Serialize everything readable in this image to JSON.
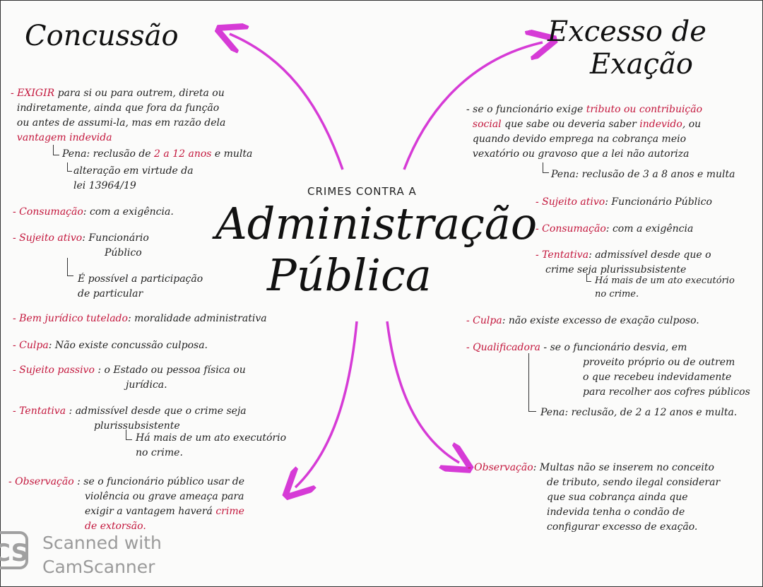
{
  "colors": {
    "arrow": "#d63bd6",
    "highlight": "#c3163c",
    "ink": "#222222"
  },
  "center": {
    "small": "CRIMES CONTRA A",
    "line1": "Administração",
    "line2": "Pública"
  },
  "left": {
    "title": "Concussão",
    "exigir_label": "- EXIGIR",
    "exigir_lines": [
      "para si ou para outrem, direta ou",
      "indiretamente, ainda que fora da função",
      "ou antes de assumi-la, mas em razão dela"
    ],
    "exigir_end": "vantagem indevida",
    "pena_label": "Pena:",
    "pena_pre": "reclusão de",
    "pena_red": "2 a 12 anos",
    "pena_post": "e multa",
    "alteracao": [
      "alteração em virtude da",
      "lei 13964/19"
    ],
    "consumacao_label": "- Consumação",
    "consumacao_text": ": com a exigência.",
    "sujeito_ativo_label": "- Sujeito ativo",
    "sujeito_ativo_text": [
      "Funcionário",
      "Público"
    ],
    "participacao": [
      "É possível a participação",
      "de particular"
    ],
    "bem_label": "- Bem jurídico tutelado",
    "bem_text": ": moralidade administrativa",
    "culpa_label": "- Culpa",
    "culpa_text": ": Não existe concussão culposa.",
    "sujeito_passivo_label": "- Sujeito passivo",
    "sujeito_passivo_text": [
      ": o Estado ou pessoa física ou",
      "jurídica."
    ],
    "tentativa_label": "- Tentativa",
    "tentativa_text": [
      ": admissível desde que o crime seja",
      "plurissubsistente"
    ],
    "tentativa_sub": [
      "Há mais de um ato executório",
      "no crime."
    ],
    "observacao_label": "- Observação",
    "observacao_text": [
      ": se o funcionário público usar de",
      "violência ou grave ameaça para",
      "exigir a vantagem haverá"
    ],
    "observacao_red": [
      "crime",
      "de extorsão."
    ]
  },
  "right": {
    "title": [
      "Excesso de",
      "Exação"
    ],
    "main_pre": "- se o funcionário exige",
    "main_red1": "tributo ou contribuição",
    "main_red2": "social",
    "main_mid": "que sabe ou deveria saber",
    "main_red3": "indevido",
    "main_lines": [
      ", ou",
      "quando devido emprega na cobrança meio",
      "vexatório ou gravoso que a lei não autoriza"
    ],
    "pena": "Pena: reclusão de 3 a 8 anos e multa",
    "sujeito_ativo_label": "- Sujeito ativo",
    "sujeito_ativo_text": ": Funcionário Público",
    "consumacao_label": "- Consumação",
    "consumacao_text": ": com a exigência",
    "tentativa_label": "- Tentativa",
    "tentativa_text": [
      ": admissível desde que o",
      "crime seja plurissubsistente"
    ],
    "tentativa_sub": [
      "Há mais de um ato executório",
      "no crime."
    ],
    "culpa_label": "- Culpa",
    "culpa_text": ": não existe excesso de exação culposo.",
    "qualificadora_label": "- Qualificadora",
    "qualificadora_text": [
      "- se o funcionário desvia, em",
      "proveito próprio ou de outrem",
      "o que recebeu indevidamente",
      "para recolher aos cofres públicos"
    ],
    "qualificadora_pena": "Pena: reclusão, de 2 a 12 anos e multa.",
    "observacao_label": "- Observação",
    "observacao_text": [
      ": Multas não se inserem no conceito",
      "de tributo, sendo ilegal considerar",
      "que sua cobrança ainda que",
      "indevida tenha o condão de",
      "configurar excesso de exação."
    ]
  },
  "watermark": {
    "logo": "CS",
    "line1": "Scanned with",
    "line2": "CamScanner"
  }
}
